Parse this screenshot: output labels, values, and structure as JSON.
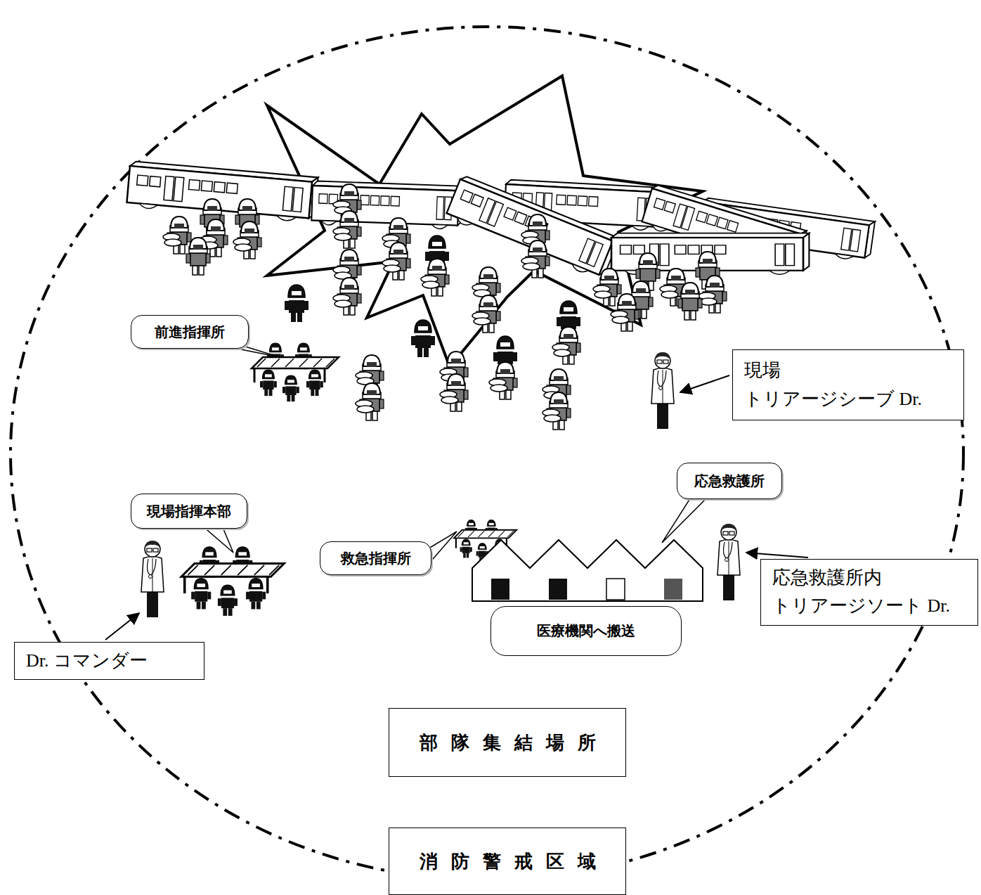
{
  "diagram": {
    "nodes": [
      {
        "text": [
          "前進指揮所"
        ]
      },
      {
        "text": [
          "現場 トリアージシーブ Dr."
        ]
      },
      {
        "text": [
          "応急救護所"
        ]
      },
      {
        "text": [
          "現場指揮本部"
        ]
      },
      {
        "text": [
          "救急指揮所"
        ]
      },
      {
        "text": [
          "応急救護所内 トリアージソート Dr."
        ]
      },
      {
        "text": [
          "医療機関へ搬送"
        ]
      },
      {
        "text": [
          "Dr. コマンダー"
        ]
      },
      {
        "text": [
          "部隊集結場所"
        ]
      },
      {
        "text": [
          "消防警戒区域"
        ]
      }
    ]
  }
}
